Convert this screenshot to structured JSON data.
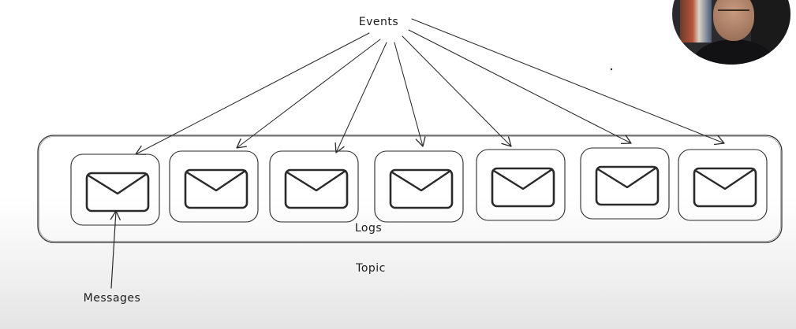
{
  "diagram": {
    "events_label": "Events",
    "logs_label": "Logs",
    "topic_label": "Topic",
    "messages_label": "Messages",
    "message_count": 7
  },
  "colors": {
    "ink": "#2a2a2a",
    "background": "#ffffff"
  },
  "icons": {
    "message": "envelope-icon",
    "presenter": "webcam-presenter"
  }
}
